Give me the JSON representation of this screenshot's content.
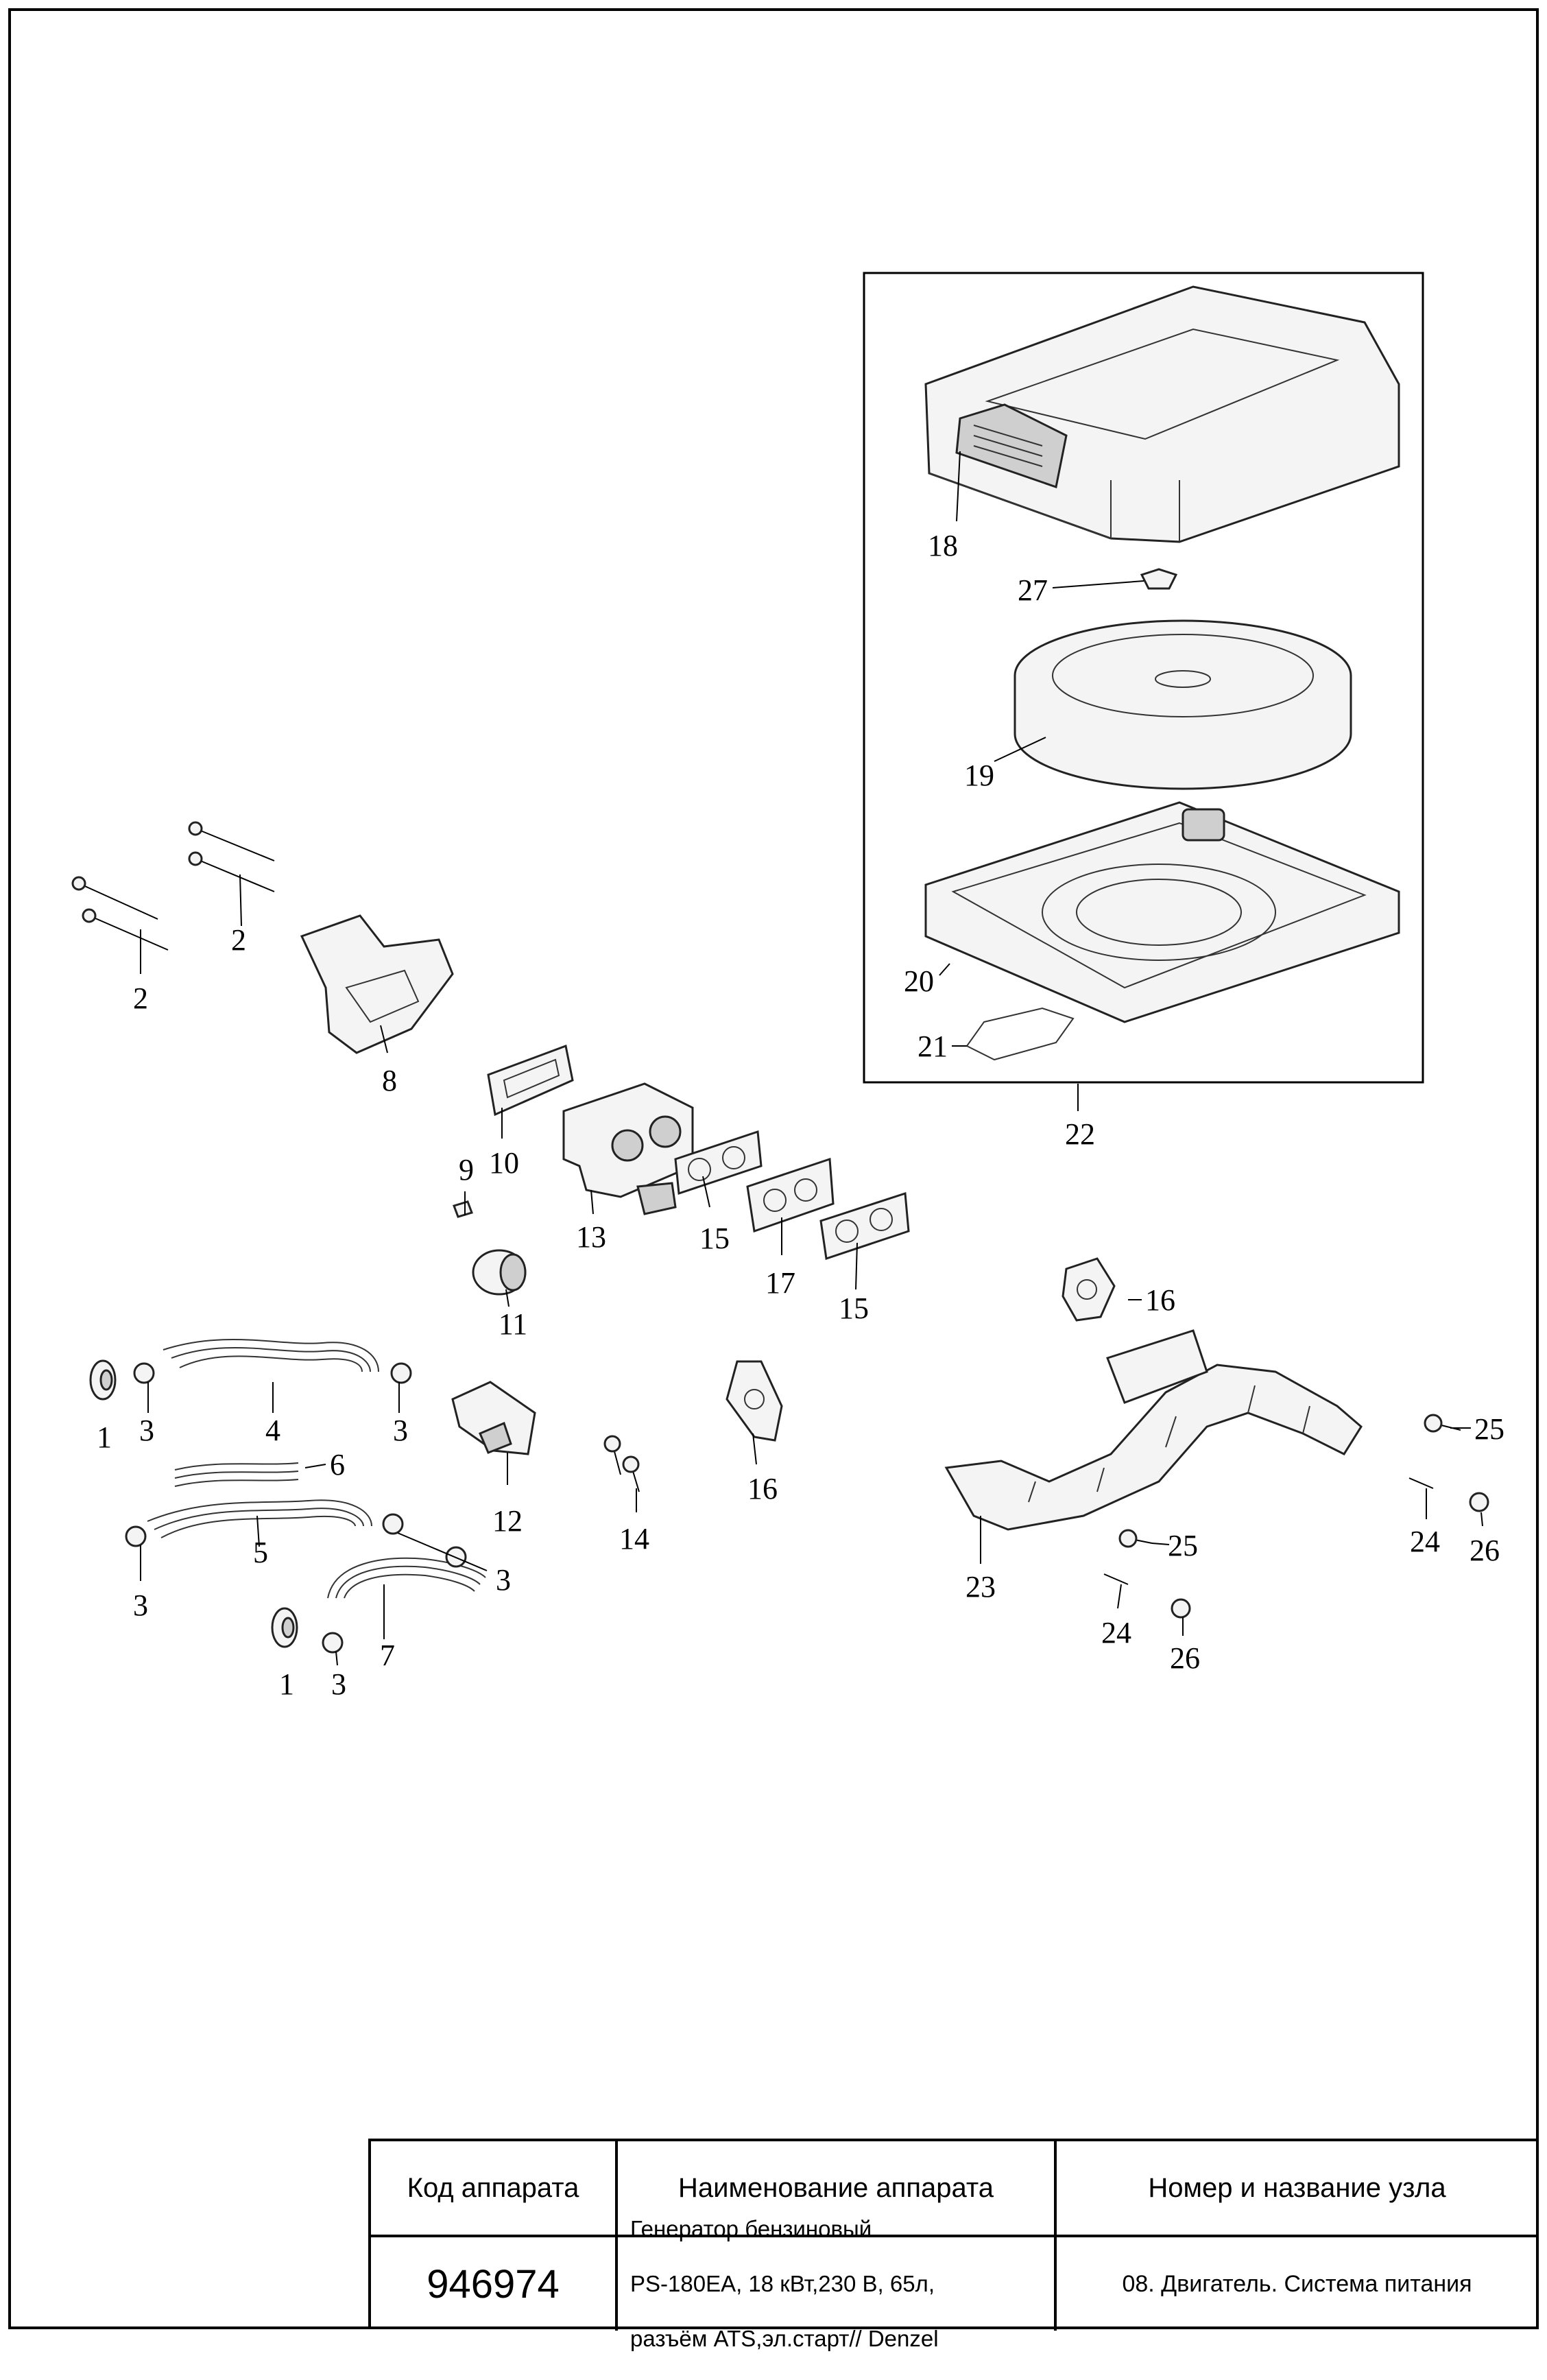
{
  "title_block": {
    "headers": [
      "Код аппарата",
      "Наименование аппарата",
      "Номер и название узла"
    ],
    "code": "946974",
    "name_lines": [
      "Генератор бензиновый",
      "PS-180EA, 18 кВт,230 В, 65л,",
      "разъём ATS,эл.старт// Denzel"
    ],
    "unit": "08. Двигатель. Система питания"
  },
  "callouts": {
    "c1a": "1",
    "c1b": "1",
    "c2a": "2",
    "c2b": "2",
    "c3a": "3",
    "c3b": "3",
    "c3c": "3",
    "c3d": "3",
    "c3e": "3",
    "c4": "4",
    "c5": "5",
    "c6": "6",
    "c7": "7",
    "c8": "8",
    "c9": "9",
    "c10": "10",
    "c11": "11",
    "c12": "12",
    "c13": "13",
    "c14": "14",
    "c15a": "15",
    "c15b": "15",
    "c16a": "16",
    "c16b": "16",
    "c17": "17",
    "c18": "18",
    "c19": "19",
    "c20": "20",
    "c21": "21",
    "c22": "22",
    "c23": "23",
    "c24a": "24",
    "c24b": "24",
    "c25a": "25",
    "c25b": "25",
    "c26a": "26",
    "c26b": "26",
    "c27": "27"
  }
}
